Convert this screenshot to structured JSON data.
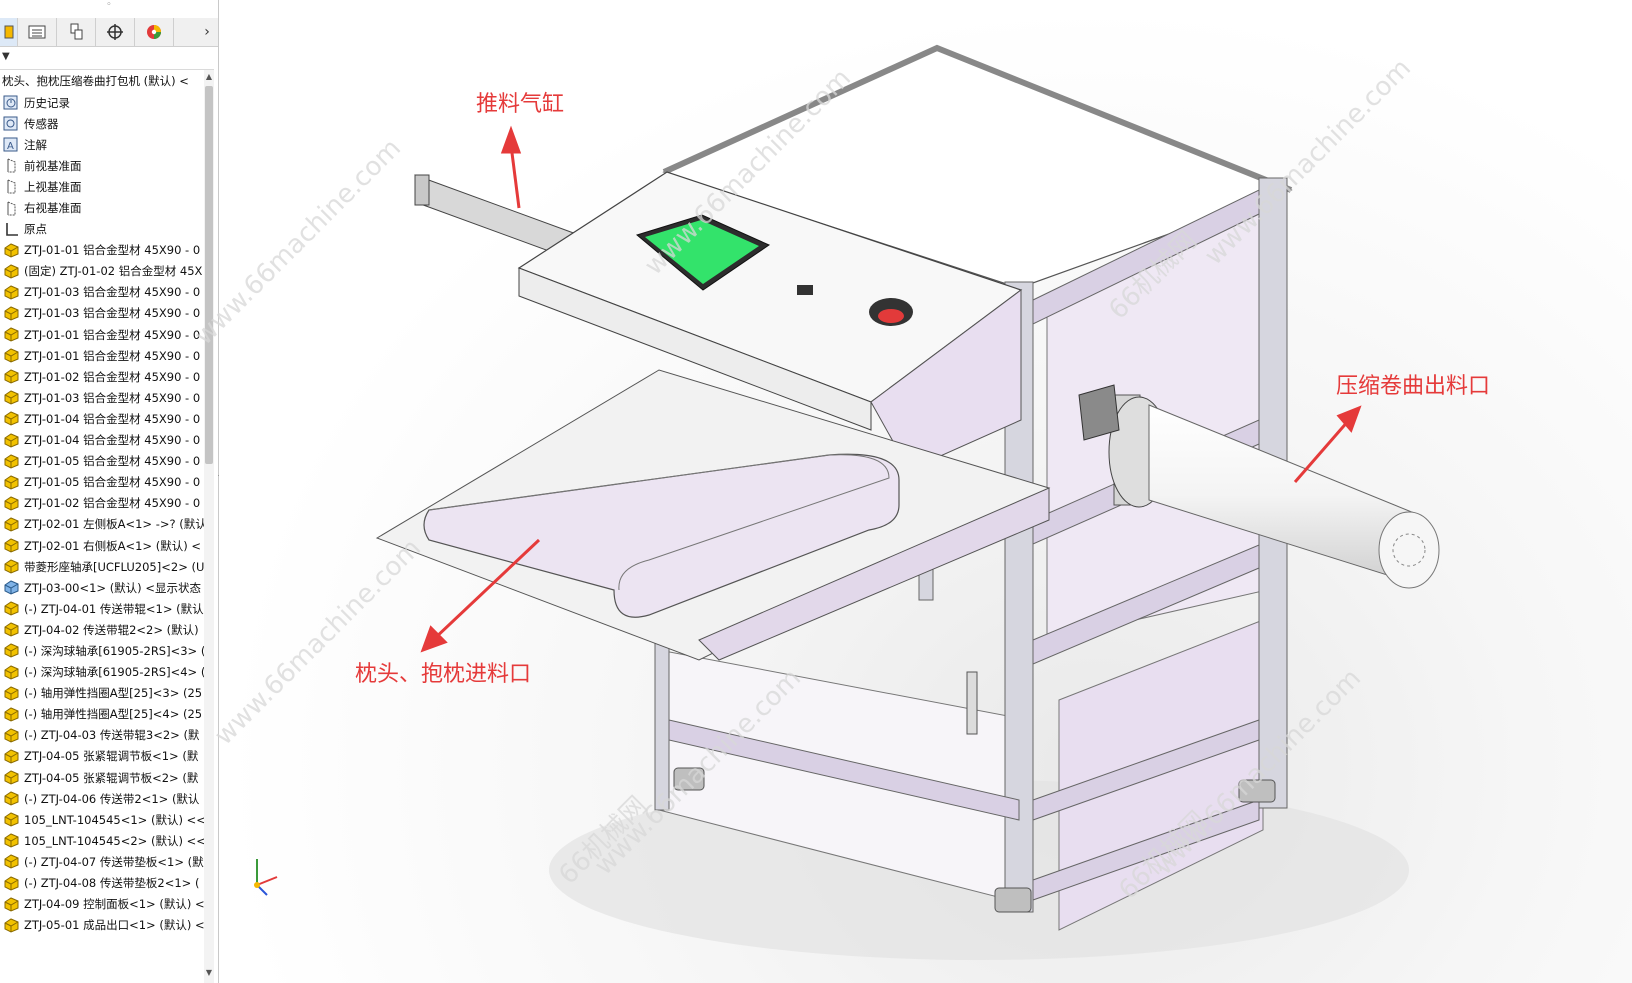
{
  "panel": {
    "root_label": "枕头、抱枕压缩卷曲打包机 (默认) <",
    "items": [
      {
        "icon": "history-icon",
        "label": "历史记录"
      },
      {
        "icon": "sensor-icon",
        "label": "传感器"
      },
      {
        "icon": "annotation-icon",
        "label": "注解"
      },
      {
        "icon": "plane-icon",
        "label": "前视基准面"
      },
      {
        "icon": "plane-icon",
        "label": "上视基准面"
      },
      {
        "icon": "plane-icon",
        "label": "右视基准面"
      },
      {
        "icon": "origin-icon",
        "label": "原点"
      },
      {
        "icon": "part-icon",
        "label": "ZTJ-01-01 铝合金型材 45X90 - 0"
      },
      {
        "icon": "part-icon",
        "label": "(固定) ZTJ-01-02 铝合金型材 45X"
      },
      {
        "icon": "part-icon",
        "label": "ZTJ-01-03 铝合金型材 45X90 - 0"
      },
      {
        "icon": "part-icon",
        "label": "ZTJ-01-03 铝合金型材 45X90 - 0"
      },
      {
        "icon": "part-icon",
        "label": "ZTJ-01-01 铝合金型材 45X90 - 0"
      },
      {
        "icon": "part-icon",
        "label": "ZTJ-01-01 铝合金型材 45X90 - 0"
      },
      {
        "icon": "part-icon",
        "label": "ZTJ-01-02 铝合金型材 45X90 - 0"
      },
      {
        "icon": "part-icon",
        "label": "ZTJ-01-03 铝合金型材 45X90 - 0"
      },
      {
        "icon": "part-icon",
        "label": "ZTJ-01-04 铝合金型材 45X90 - 0"
      },
      {
        "icon": "part-icon",
        "label": "ZTJ-01-04 铝合金型材 45X90 - 0"
      },
      {
        "icon": "part-icon",
        "label": "ZTJ-01-05 铝合金型材 45X90 - 0"
      },
      {
        "icon": "part-icon",
        "label": "ZTJ-01-05 铝合金型材 45X90 - 0"
      },
      {
        "icon": "part-icon",
        "label": "ZTJ-01-02 铝合金型材 45X90 - 0"
      },
      {
        "icon": "part-icon",
        "label": "ZTJ-02-01 左侧板A<1> ->? (默认"
      },
      {
        "icon": "part-icon",
        "label": "ZTJ-02-01 右侧板A<1> (默认) <"
      },
      {
        "icon": "part-icon",
        "label": "带菱形座轴承[UCFLU205]<2> (U"
      },
      {
        "icon": "assembly-icon",
        "label": "ZTJ-03-00<1> (默认) <显示状态"
      },
      {
        "icon": "part-icon",
        "label": "(-) ZTJ-04-01 传送带辊<1> (默认"
      },
      {
        "icon": "part-icon",
        "label": "ZTJ-04-02 传送带辊2<2> (默认)"
      },
      {
        "icon": "part-icon",
        "label": "(-) 深沟球轴承[61905-2RS]<3> ("
      },
      {
        "icon": "part-icon",
        "label": "(-) 深沟球轴承[61905-2RS]<4> ("
      },
      {
        "icon": "part-icon",
        "label": "(-) 轴用弹性挡圈A型[25]<3> (25"
      },
      {
        "icon": "part-icon",
        "label": "(-) 轴用弹性挡圈A型[25]<4> (25"
      },
      {
        "icon": "part-icon",
        "label": "(-) ZTJ-04-03 传送带辊3<2> (默"
      },
      {
        "icon": "part-icon",
        "label": "ZTJ-04-05 张紧辊调节板<1> (默"
      },
      {
        "icon": "part-icon",
        "label": "ZTJ-04-05 张紧辊调节板<2> (默"
      },
      {
        "icon": "part-icon",
        "label": "(-) ZTJ-04-06 传送带2<1> (默认"
      },
      {
        "icon": "part-icon",
        "label": "105_LNT-104545<1> (默认) <<"
      },
      {
        "icon": "part-icon",
        "label": "105_LNT-104545<2> (默认) <<"
      },
      {
        "icon": "part-icon",
        "label": "(-) ZTJ-04-07 传送带垫板<1> (默"
      },
      {
        "icon": "part-icon",
        "label": "(-) ZTJ-04-08 传送带垫板2<1> ("
      },
      {
        "icon": "part-icon",
        "label": "ZTJ-04-09 控制面板<1> (默认) <"
      },
      {
        "icon": "part-icon",
        "label": "ZTJ-05-01 成品出口<1> (默认) <"
      }
    ]
  },
  "viewport": {
    "labels": {
      "push_cylinder": "推料气缸",
      "outlet": "压缩卷曲出料口",
      "inlet": "枕头、抱枕进料口"
    },
    "watermark_url": "www.66machine.com",
    "watermark_brand": "66机械网"
  },
  "colors": {
    "label_red": "#e53a3a",
    "panel_lilac": "#e8def0",
    "frame_gray": "#cfcfd6",
    "screen_green": "#33e36b",
    "button_red": "#e23a3a"
  }
}
